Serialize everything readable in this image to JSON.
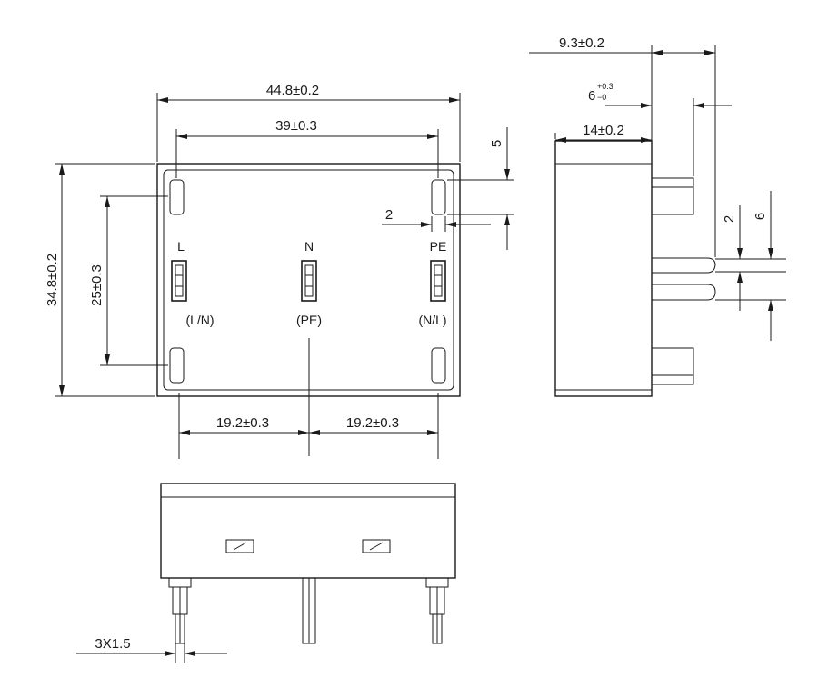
{
  "top_view": {
    "width_dim": "44.8±0.2",
    "pin_span_dim": "39±0.3",
    "height_dim": "34.8±0.2",
    "pin_vertical_dim": "25±0.3",
    "edge_offset_dim": "5",
    "pin_width_dim": "2",
    "left_spacing_dim": "19.2±0.3",
    "right_spacing_dim": "19.2±0.3",
    "pins": [
      {
        "top_label": "L",
        "bottom_label": "(L/N)"
      },
      {
        "top_label": "N",
        "bottom_label": "(PE)"
      },
      {
        "top_label": "PE",
        "bottom_label": "(N/L)"
      }
    ]
  },
  "side_view": {
    "overall_dim": "9.3±0.2",
    "pin_length_base": "6",
    "pin_length_plus": "+0.3",
    "pin_length_minus": "−0",
    "body_depth_dim": "14±0.2",
    "pin_thickness_dim": "2",
    "pin_pitch_dim": "6"
  },
  "front_view": {
    "pin_section_dim": "3X1.5"
  }
}
